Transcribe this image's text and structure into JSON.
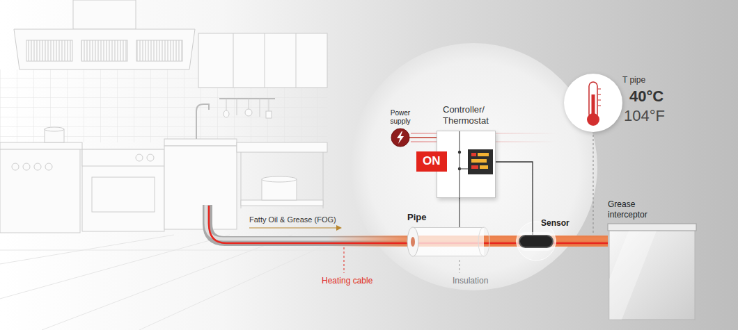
{
  "diagram": {
    "nodes": [
      {
        "text": [
          "Power supply"
        ]
      },
      {
        "text": [
          "Controller/ Thermostat"
        ]
      },
      {
        "text": [
          "ON"
        ]
      },
      {
        "text": [
          "T pipe",
          "40°C",
          "104°F"
        ]
      },
      {
        "text": [
          "Pipe"
        ]
      },
      {
        "text": [
          "Sensor"
        ]
      },
      {
        "text": [
          "Grease interceptor"
        ]
      }
    ],
    "edges": [
      {
        "from": 0,
        "to": 1,
        "arrow": "none"
      },
      {
        "from": 1,
        "to": 5,
        "arrow": "none"
      },
      {
        "from": 1,
        "to": 4,
        "arrow": "none"
      }
    ],
    "labels": [
      "Fatty Oil & Grease (FOG)",
      "Heating cable",
      "Insulation"
    ]
  }
}
